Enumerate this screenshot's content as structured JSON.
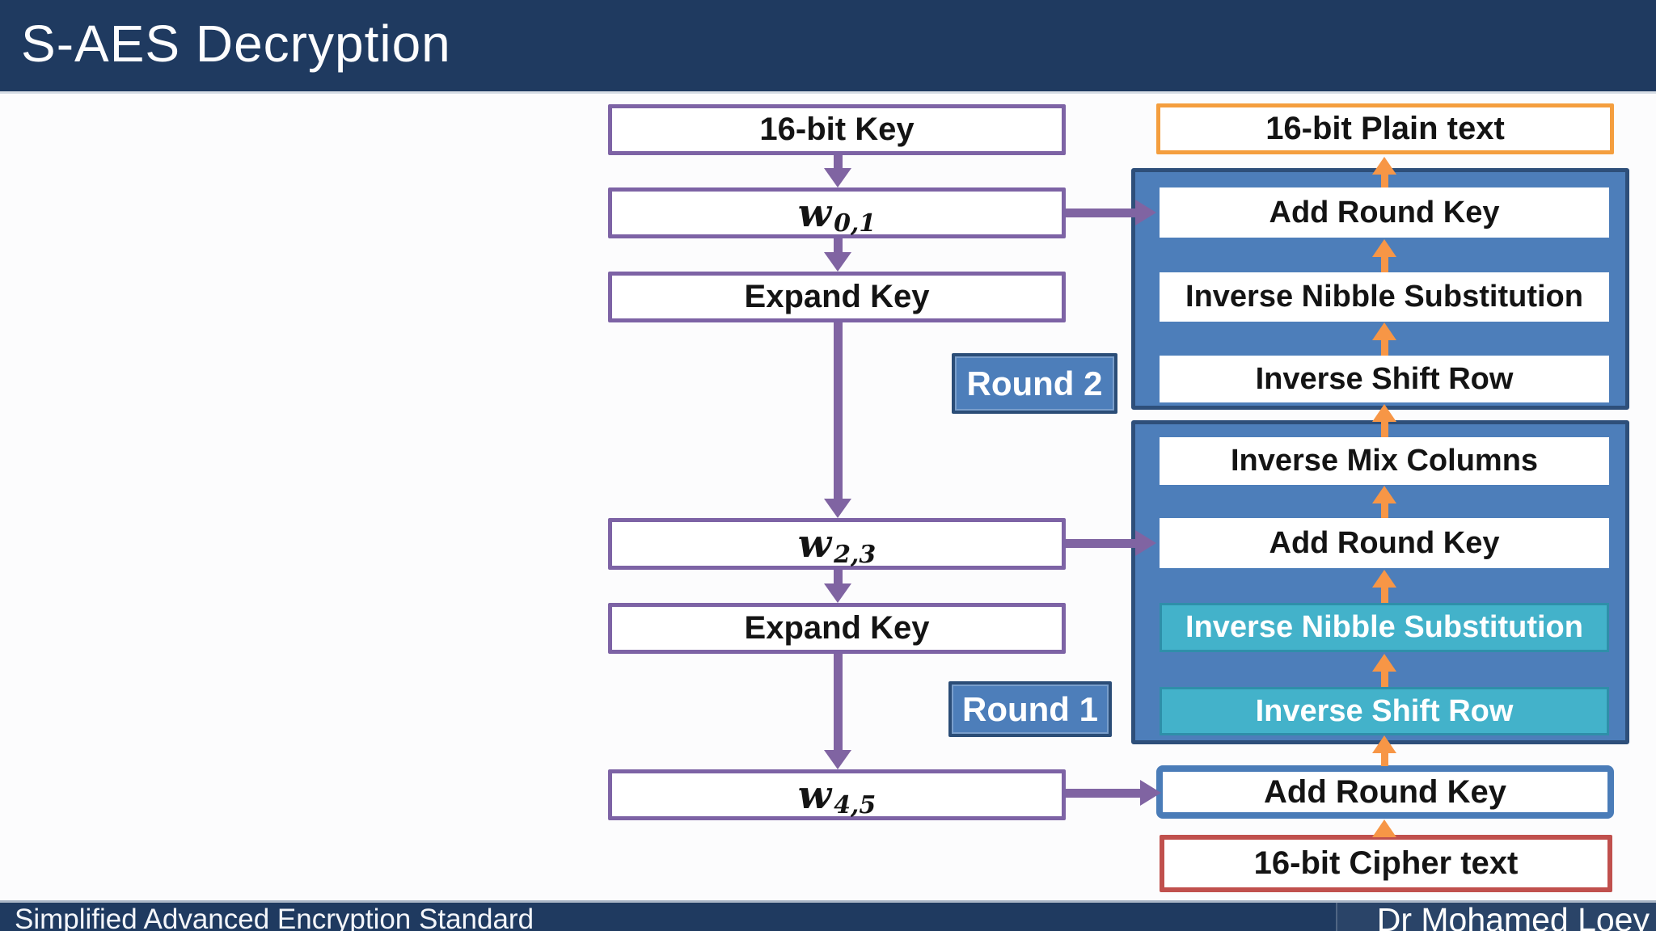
{
  "slide": {
    "title": "S-AES Decryption"
  },
  "footer": {
    "left_text": "Simplified Advanced Encryption Standard",
    "right_text": "Dr Mohamed Loey"
  },
  "key_schedule": {
    "key_box": "16-bit Key",
    "w01": {
      "symbol": "w",
      "subscript": "0,1"
    },
    "expand_key_1": "Expand Key",
    "w23": {
      "symbol": "w",
      "subscript": "2,3"
    },
    "expand_key_2": "Expand Key",
    "w45": {
      "symbol": "w",
      "subscript": "4,5"
    }
  },
  "decryption_flow": {
    "plain_text_box": "16-bit Plain text",
    "round2": {
      "label": "Round 2",
      "steps": [
        "Add Round Key",
        "Inverse Nibble Substitution",
        "Inverse Shift Row"
      ]
    },
    "round1": {
      "label": "Round 1",
      "steps": [
        "Inverse  Mix Columns",
        "Add Round Key",
        "Inverse Nibble Substitution",
        "Inverse Shift Row"
      ]
    },
    "final_step": "Add Round Key",
    "cipher_text_box": "16-bit Cipher text"
  },
  "colors": {
    "header_navy": "#1f3a60",
    "panel_blue": "#4d7eba",
    "panel_border": "#2e4f7a",
    "teal_step": "#43b2ca",
    "purple_accent": "#8064a2",
    "orange_accent": "#f79646",
    "red_accent": "#c0504d"
  }
}
